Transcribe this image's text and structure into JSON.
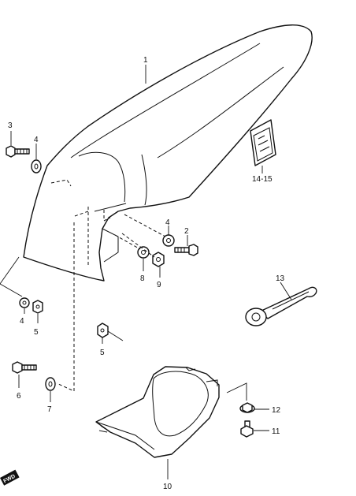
{
  "callouts": {
    "fender": "1",
    "bolt_right": "2",
    "bolt_top_left": "3",
    "washer_top_left": "4",
    "washer_right": "4",
    "washer_lower_left": "4",
    "nut_lower_left": "5",
    "nut_center": "5",
    "bolt_lower_left": "6",
    "washer_bottom_left": "7",
    "washer_center": "8",
    "nut_right": "9",
    "under_cover": "10",
    "bolt_bottom_right": "11",
    "nut_bottom_right": "12",
    "tool": "13",
    "decals": "14-15"
  },
  "badge": "FWD"
}
